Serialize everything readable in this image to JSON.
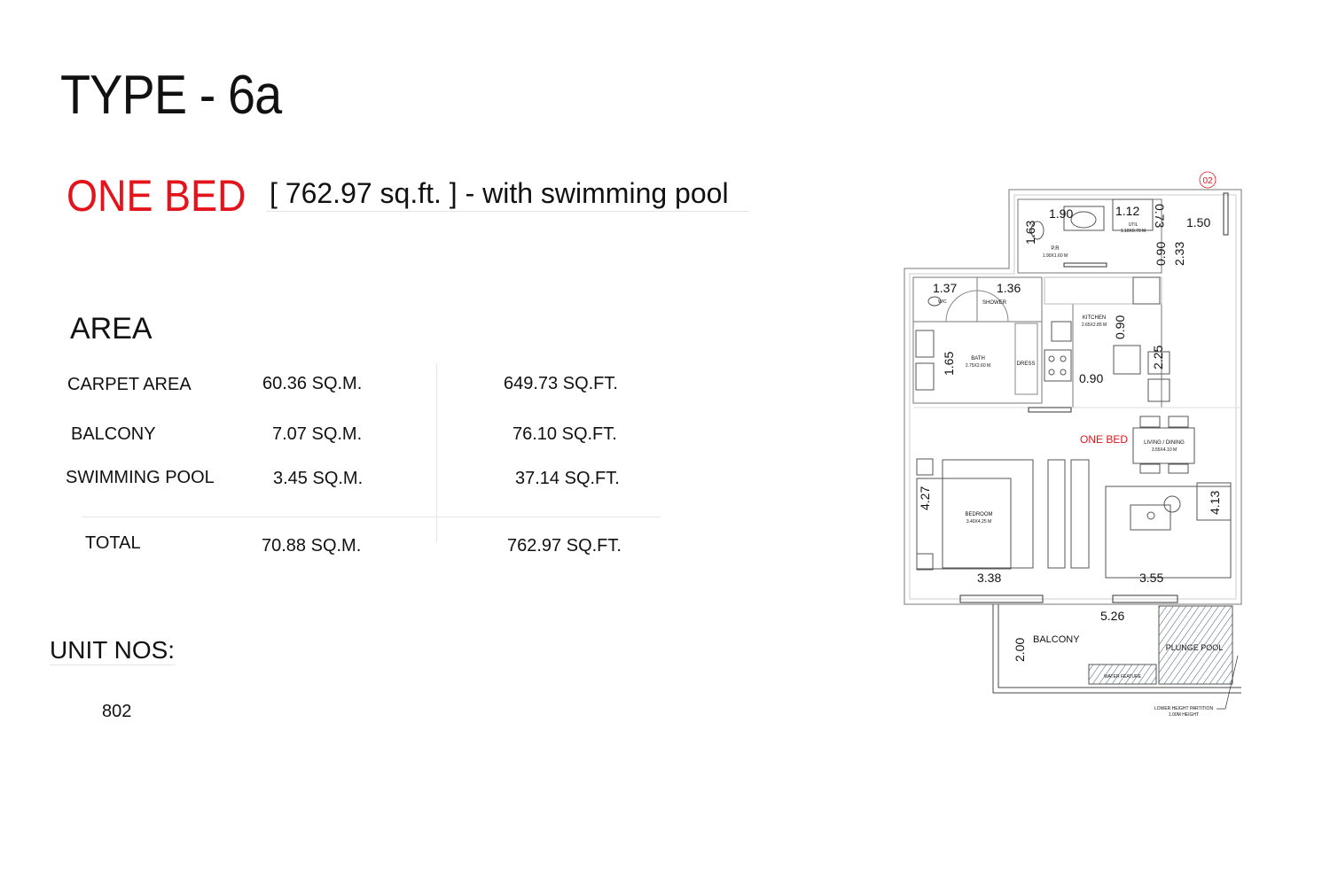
{
  "header": {
    "title": "TYPE - 6a",
    "unit_type": "ONE BED",
    "subtitle": "[ 762.97 sq.ft. ] - with swimming pool"
  },
  "area": {
    "heading": "AREA",
    "rows": [
      {
        "label": "CARPET AREA",
        "sqm": "60.36 SQ.M.",
        "sqft": "649.73 SQ.FT."
      },
      {
        "label": "BALCONY",
        "sqm": "7.07 SQ.M.",
        "sqft": "76.10 SQ.FT."
      },
      {
        "label": "SWIMMING POOL",
        "sqm": "3.45 SQ.M.",
        "sqft": "37.14 SQ.FT."
      }
    ],
    "total": {
      "label": "TOTAL",
      "sqm": "70.88 SQ.M.",
      "sqft": "762.97 SQ.FT."
    }
  },
  "units": {
    "heading": "UNIT NOS:",
    "numbers": "802"
  },
  "plan": {
    "badge": "02",
    "center_label": "ONE BED",
    "rooms": {
      "pr": "P.R",
      "pr_size": "1.90X1.60 M",
      "util": "UTIL",
      "util_size": "1.10X0.70 M",
      "wc": "W/C",
      "shower": "SHOWER",
      "bath": "BATH",
      "bath_size": "2.75X2.60 M",
      "dress": "DRESS",
      "kitchen": "KITCHEN",
      "kitchen_size": "2.65X2.85 M",
      "living": "LIVING / DINING",
      "living_size": "3.55X4.10 M",
      "bedroom": "BEDROOM",
      "bedroom_size": "3.40X4.25 M",
      "balcony": "BALCONY",
      "pool": "PLUNGE POOL",
      "water": "WATER FEATURE",
      "partition": "LOWER HEIGHT PARTITION",
      "partition_h": "1.00M HEIGHT"
    },
    "dims": {
      "d190": "1.90",
      "d112": "1.12",
      "d073": "0.73",
      "d150": "1.50",
      "d163": "1.63",
      "d090a": "0.90",
      "d233": "2.33",
      "d137": "1.37",
      "d136": "1.36",
      "d090b": "0.90",
      "d165": "1.65",
      "d090c": "0.90",
      "d225": "2.25",
      "d427": "4.27",
      "d413": "4.13",
      "d338": "3.38",
      "d355": "3.55",
      "d526": "5.26",
      "d200": "2.00"
    },
    "colors": {
      "accent": "#e3141b",
      "line": "#555555"
    }
  }
}
